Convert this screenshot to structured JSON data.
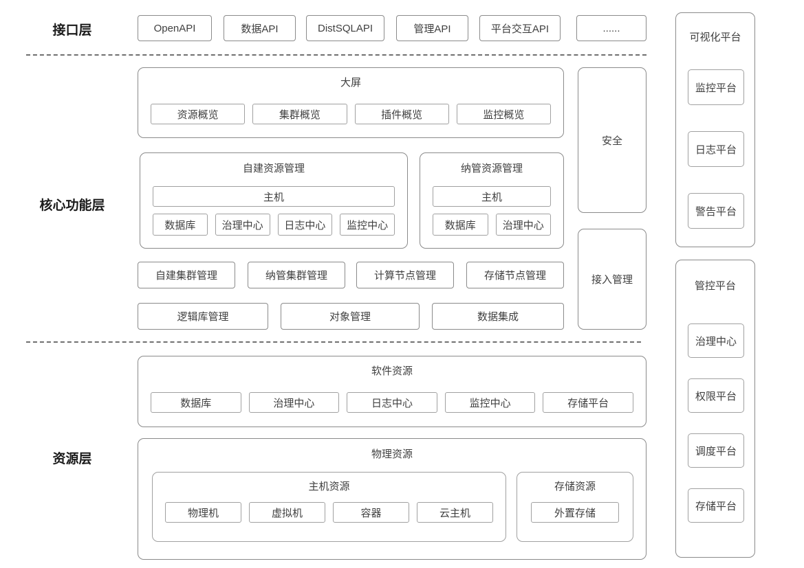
{
  "layers": {
    "interface": "接口层",
    "core": "核心功能层",
    "resource": "资源层"
  },
  "api_row": [
    "OpenAPI",
    "数据API",
    "DistSQLAPI",
    "管理API",
    "平台交互API",
    "......"
  ],
  "dashboard": {
    "title": "大屏",
    "items": [
      "资源概览",
      "集群概览",
      "插件概览",
      "监控概览"
    ]
  },
  "security": {
    "label": "安全"
  },
  "access_management": {
    "label": "接入管理"
  },
  "self_built_resource": {
    "title": "自建资源管理",
    "host": "主机",
    "items": [
      "数据库",
      "治理中心",
      "日志中心",
      "监控中心"
    ]
  },
  "managed_resource": {
    "title": "纳管资源管理",
    "host": "主机",
    "items": [
      "数据库",
      "治理中心"
    ]
  },
  "cluster_row": [
    "自建集群管理",
    "纳管集群管理",
    "计算节点管理",
    "存储节点管理"
  ],
  "object_row": [
    "逻辑库管理",
    "对象管理",
    "数据集成"
  ],
  "software_resource": {
    "title": "软件资源",
    "items": [
      "数据库",
      "治理中心",
      "日志中心",
      "监控中心",
      "存储平台"
    ]
  },
  "physical_resource": {
    "title": "物理资源",
    "host_resource": {
      "title": "主机资源",
      "items": [
        "物理机",
        "虚拟机",
        "容器",
        "云主机"
      ]
    },
    "storage_resource": {
      "title": "存储资源",
      "items": [
        "外置存储"
      ]
    }
  },
  "visualization_platform": {
    "title": "可视化平台",
    "items": [
      "监控平台",
      "日志平台",
      "警告平台"
    ]
  },
  "control_platform": {
    "title": "管控平台",
    "items": [
      "治理中心",
      "权限平台",
      "调度平台",
      "存储平台"
    ]
  },
  "colors": {
    "panel_border": "#8a8a8a",
    "inner_border": "#a0a0a0",
    "text": "#3f3f3f",
    "label_text": "#1a1a1a",
    "background": "#ffffff"
  }
}
